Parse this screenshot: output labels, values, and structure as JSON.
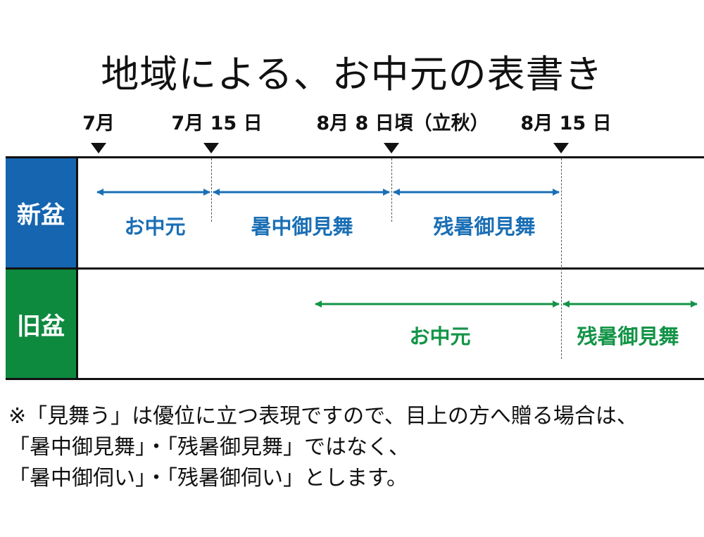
{
  "title": "地域による、お中元の表書き",
  "colors": {
    "shinbon": "#1a6fb5",
    "shinbon_header": "#1565b0",
    "kyubon": "#139447",
    "kyubon_header": "#0e8a3f",
    "text": "#111111"
  },
  "dates": [
    {
      "id": "jul",
      "label": "7月"
    },
    {
      "id": "jul15",
      "label": "7月 15 日"
    },
    {
      "id": "aug8",
      "label": "8月 8 日頃（立秋）"
    },
    {
      "id": "aug15",
      "label": "8月 15 日"
    }
  ],
  "rows": {
    "shinbon": {
      "header": "新盆",
      "spans": [
        "お中元",
        "暑中御見舞",
        "残暑御見舞"
      ]
    },
    "kyubon": {
      "header": "旧盆",
      "spans": [
        "お中元",
        "残暑御見舞"
      ]
    }
  },
  "note": [
    "※「見舞う」は優位に立つ表現ですので、目上の方へ贈る場合は、",
    "「暑中御見舞」・「残暑御見舞」ではなく、",
    "「暑中御伺い」・「残暑御伺い」とします。"
  ]
}
